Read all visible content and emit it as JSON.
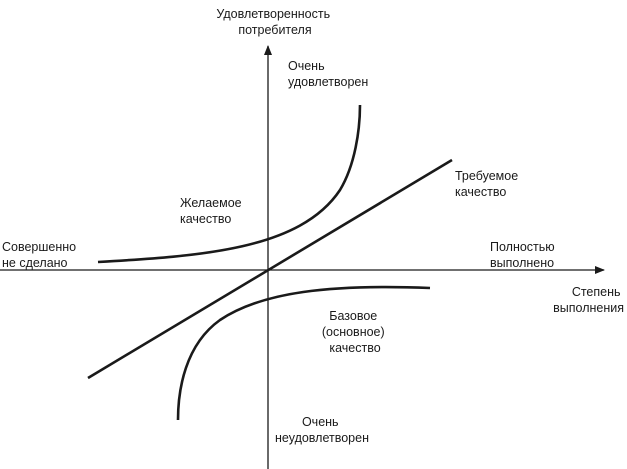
{
  "title": "Kano model",
  "axes": {
    "y_label": [
      "Удовлетворенность",
      "потребителя"
    ],
    "x_label": [
      "Степень",
      "выполнения"
    ],
    "y_top": [
      "Очень",
      "удовлетворен"
    ],
    "y_bottom": [
      "Очень",
      "неудовлетворен"
    ],
    "x_left": [
      "Совершенно",
      "не сделано"
    ],
    "x_right": [
      "Полностью",
      "выполнено"
    ]
  },
  "curves": {
    "desired": [
      "Желаемое",
      "качество"
    ],
    "required": [
      "Требуемое",
      "качество"
    ],
    "basic": [
      "Базовое",
      "(основное)",
      "качество"
    ]
  }
}
